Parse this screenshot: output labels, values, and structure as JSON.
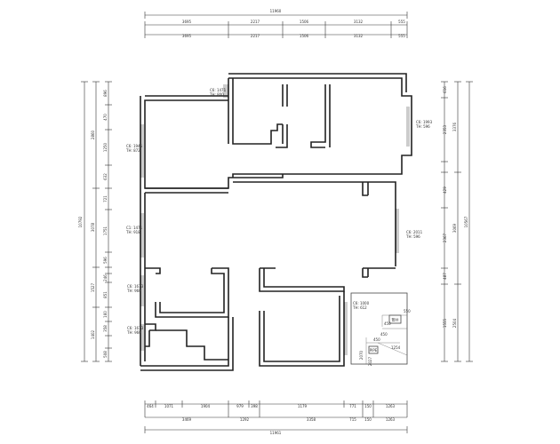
{
  "top_dims": {
    "total": "11960",
    "row1": [
      "3695",
      "2217",
      "1506",
      "3132",
      "555"
    ],
    "row2": [
      "3695",
      "2217",
      "1506",
      "3132",
      "555"
    ]
  },
  "bottom_dims": {
    "row1": [
      "464",
      "1071",
      "1904",
      "979",
      "398",
      "1179",
      "771",
      "150",
      "1263"
    ],
    "row2": [
      "3469",
      "1292",
      "3358",
      "715",
      "150",
      "1263"
    ],
    "total": "11961"
  },
  "left_dims": {
    "total": "10792",
    "row_a": [
      "2860",
      "3078",
      "1527",
      "1402"
    ],
    "row_b": [
      "896",
      "470",
      "1250",
      "632",
      "721",
      "1751",
      "596",
      "130",
      "246",
      "851",
      "160",
      "358",
      "508"
    ]
  },
  "right_dims": {
    "total": "10567",
    "row_a": [
      "3376",
      "3069",
      "2504"
    ],
    "row_b": [
      "616",
      "2353",
      "429",
      "2367",
      "487",
      "1555"
    ]
  },
  "window_labels": [
    {
      "code": "C6: 1471",
      "sub": "TH: 800"
    },
    {
      "code": "C6: 1945",
      "sub": "TH: 872"
    },
    {
      "code": "C1: 1471",
      "sub": "TH: 918"
    },
    {
      "code": "C6: 1673",
      "sub": "TH: 960"
    },
    {
      "code": "C6: 1673",
      "sub": "TH: 960"
    },
    {
      "code": "C6: 1993",
      "sub": "TH: 596"
    },
    {
      "code": "C6: 2011",
      "sub": "TH: 596"
    },
    {
      "code": "C6: 1000",
      "sub": "TH: 612"
    }
  ],
  "detail": {
    "box_label": "管井",
    "sub_label": "PIPE",
    "dims": [
      "550",
      "450",
      "1254",
      "450",
      "450",
      "2070",
      "2027"
    ]
  }
}
